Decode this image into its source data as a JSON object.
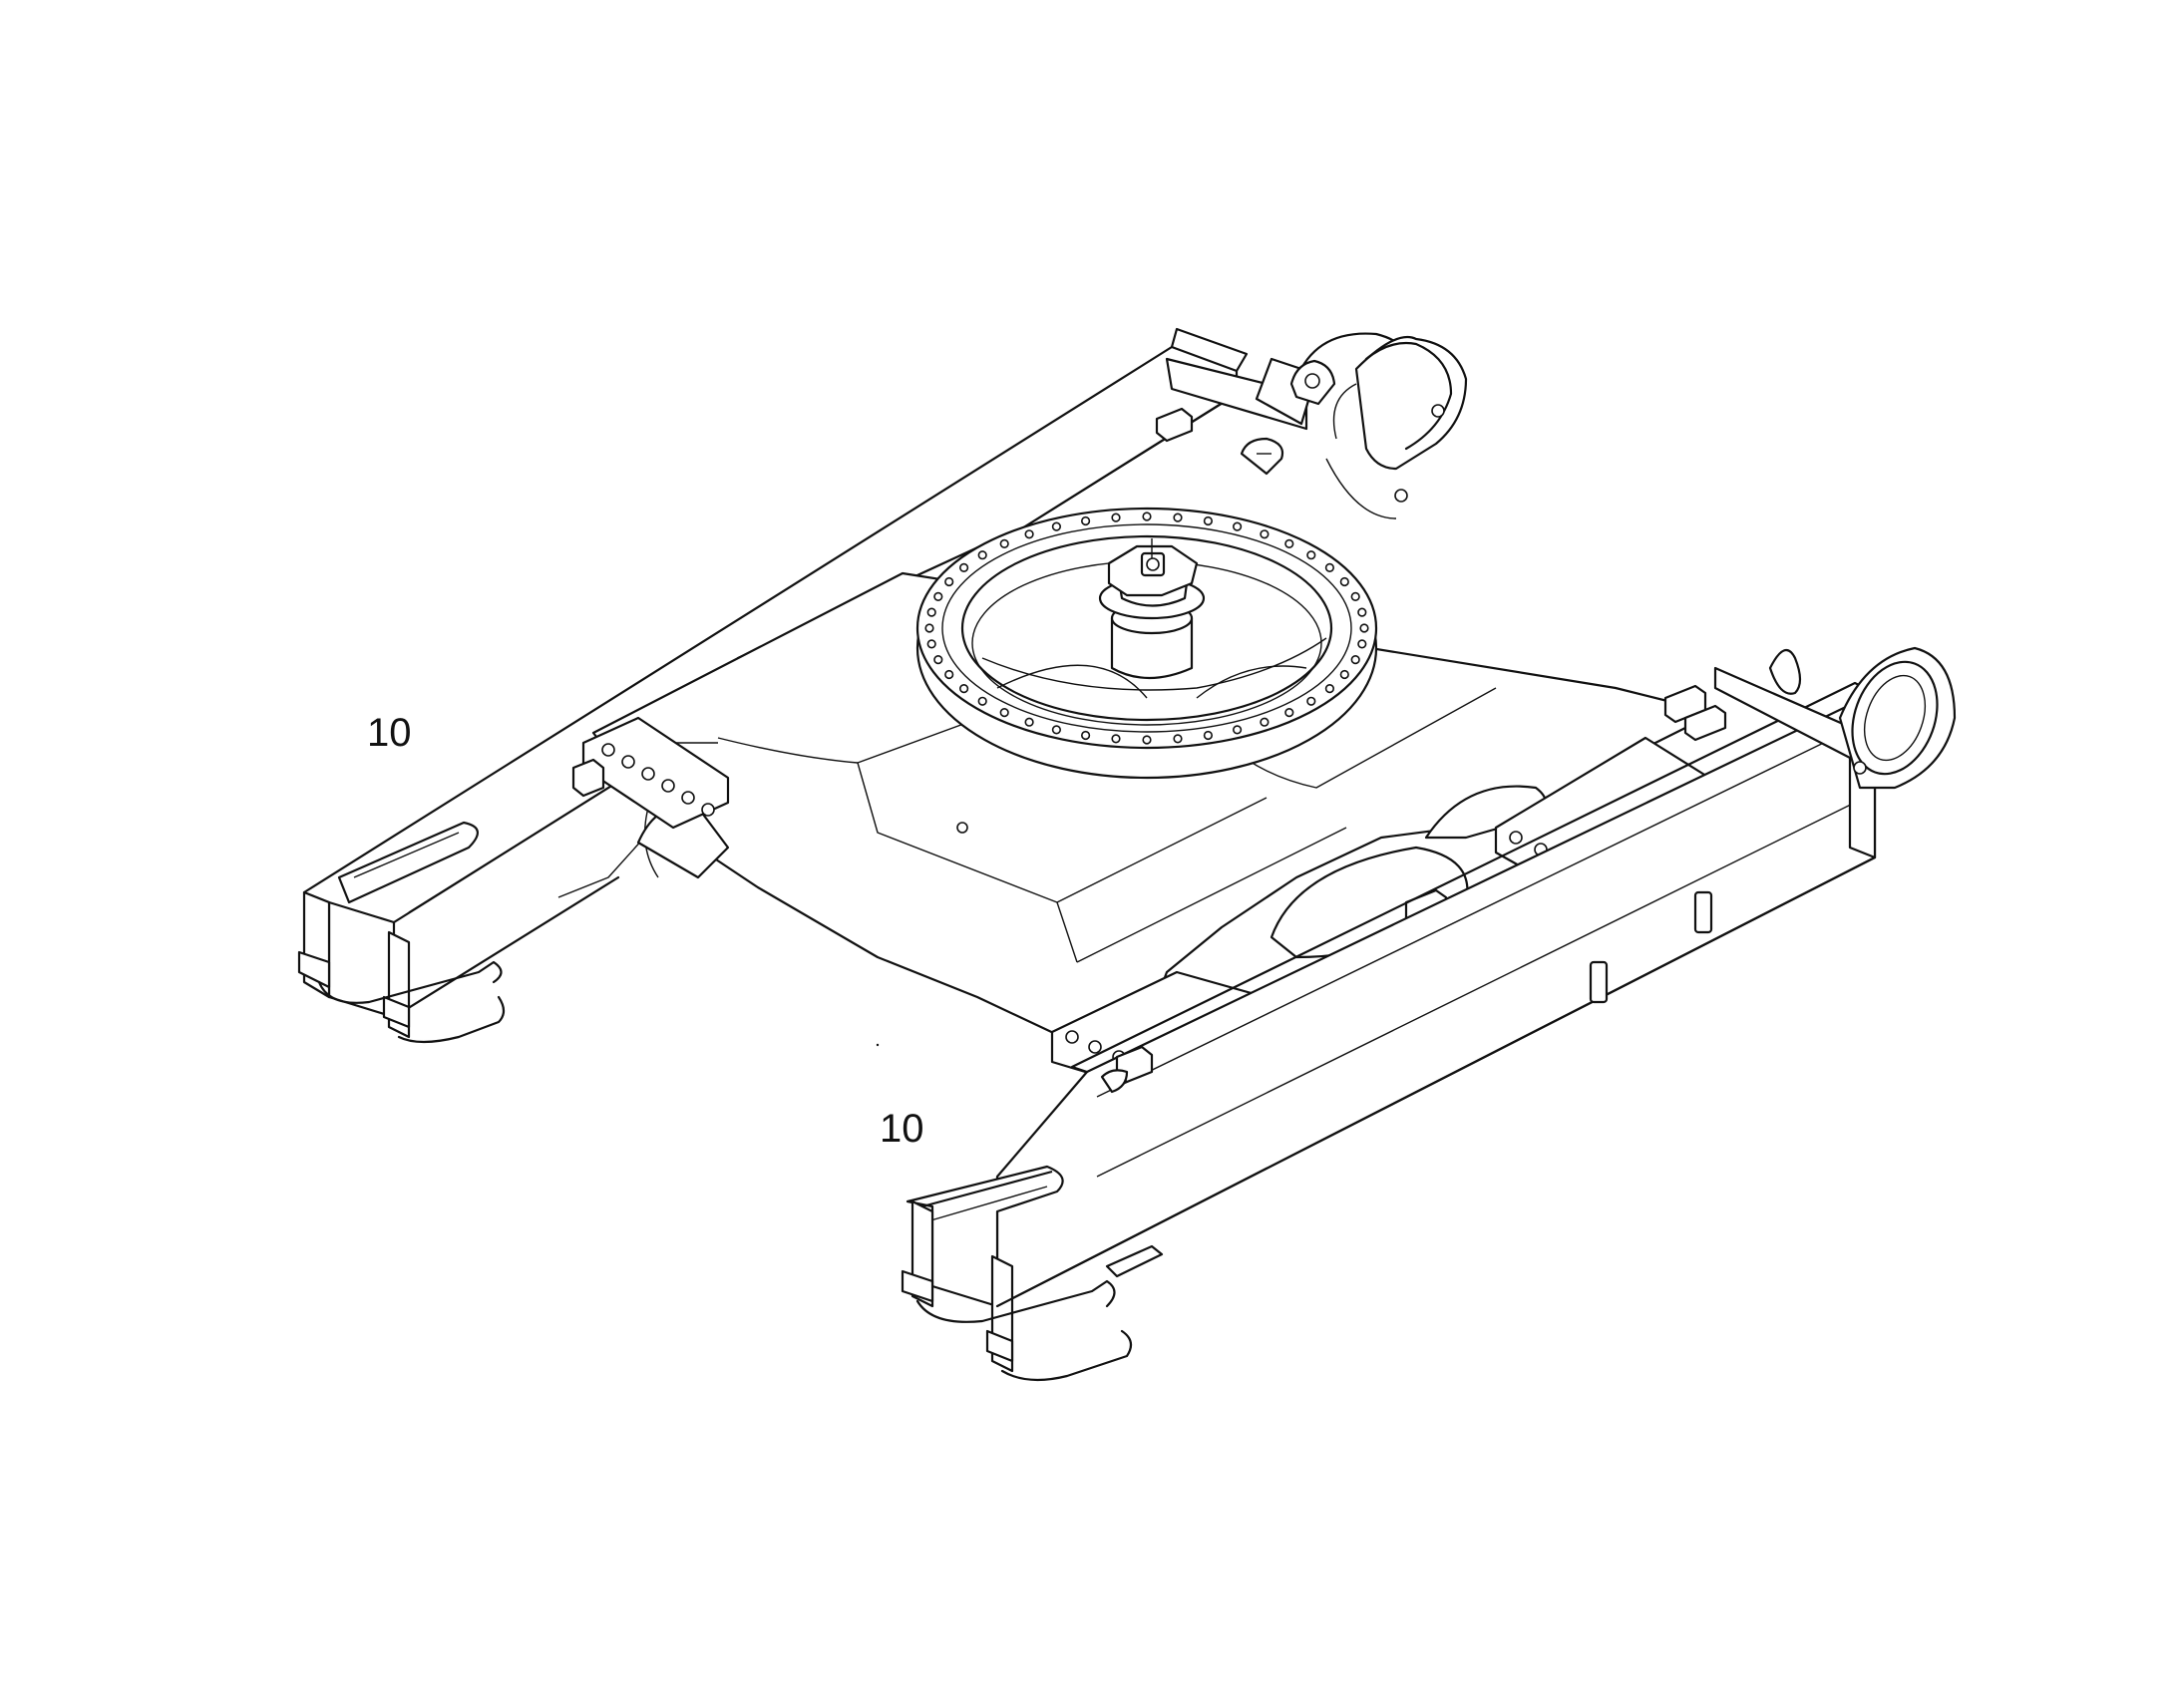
{
  "callouts": [
    {
      "label": "10"
    },
    {
      "label": "10"
    }
  ],
  "diagram": {
    "subject": "undercarriage-frame",
    "line_color": "#111111",
    "background_color": "#ffffff"
  }
}
